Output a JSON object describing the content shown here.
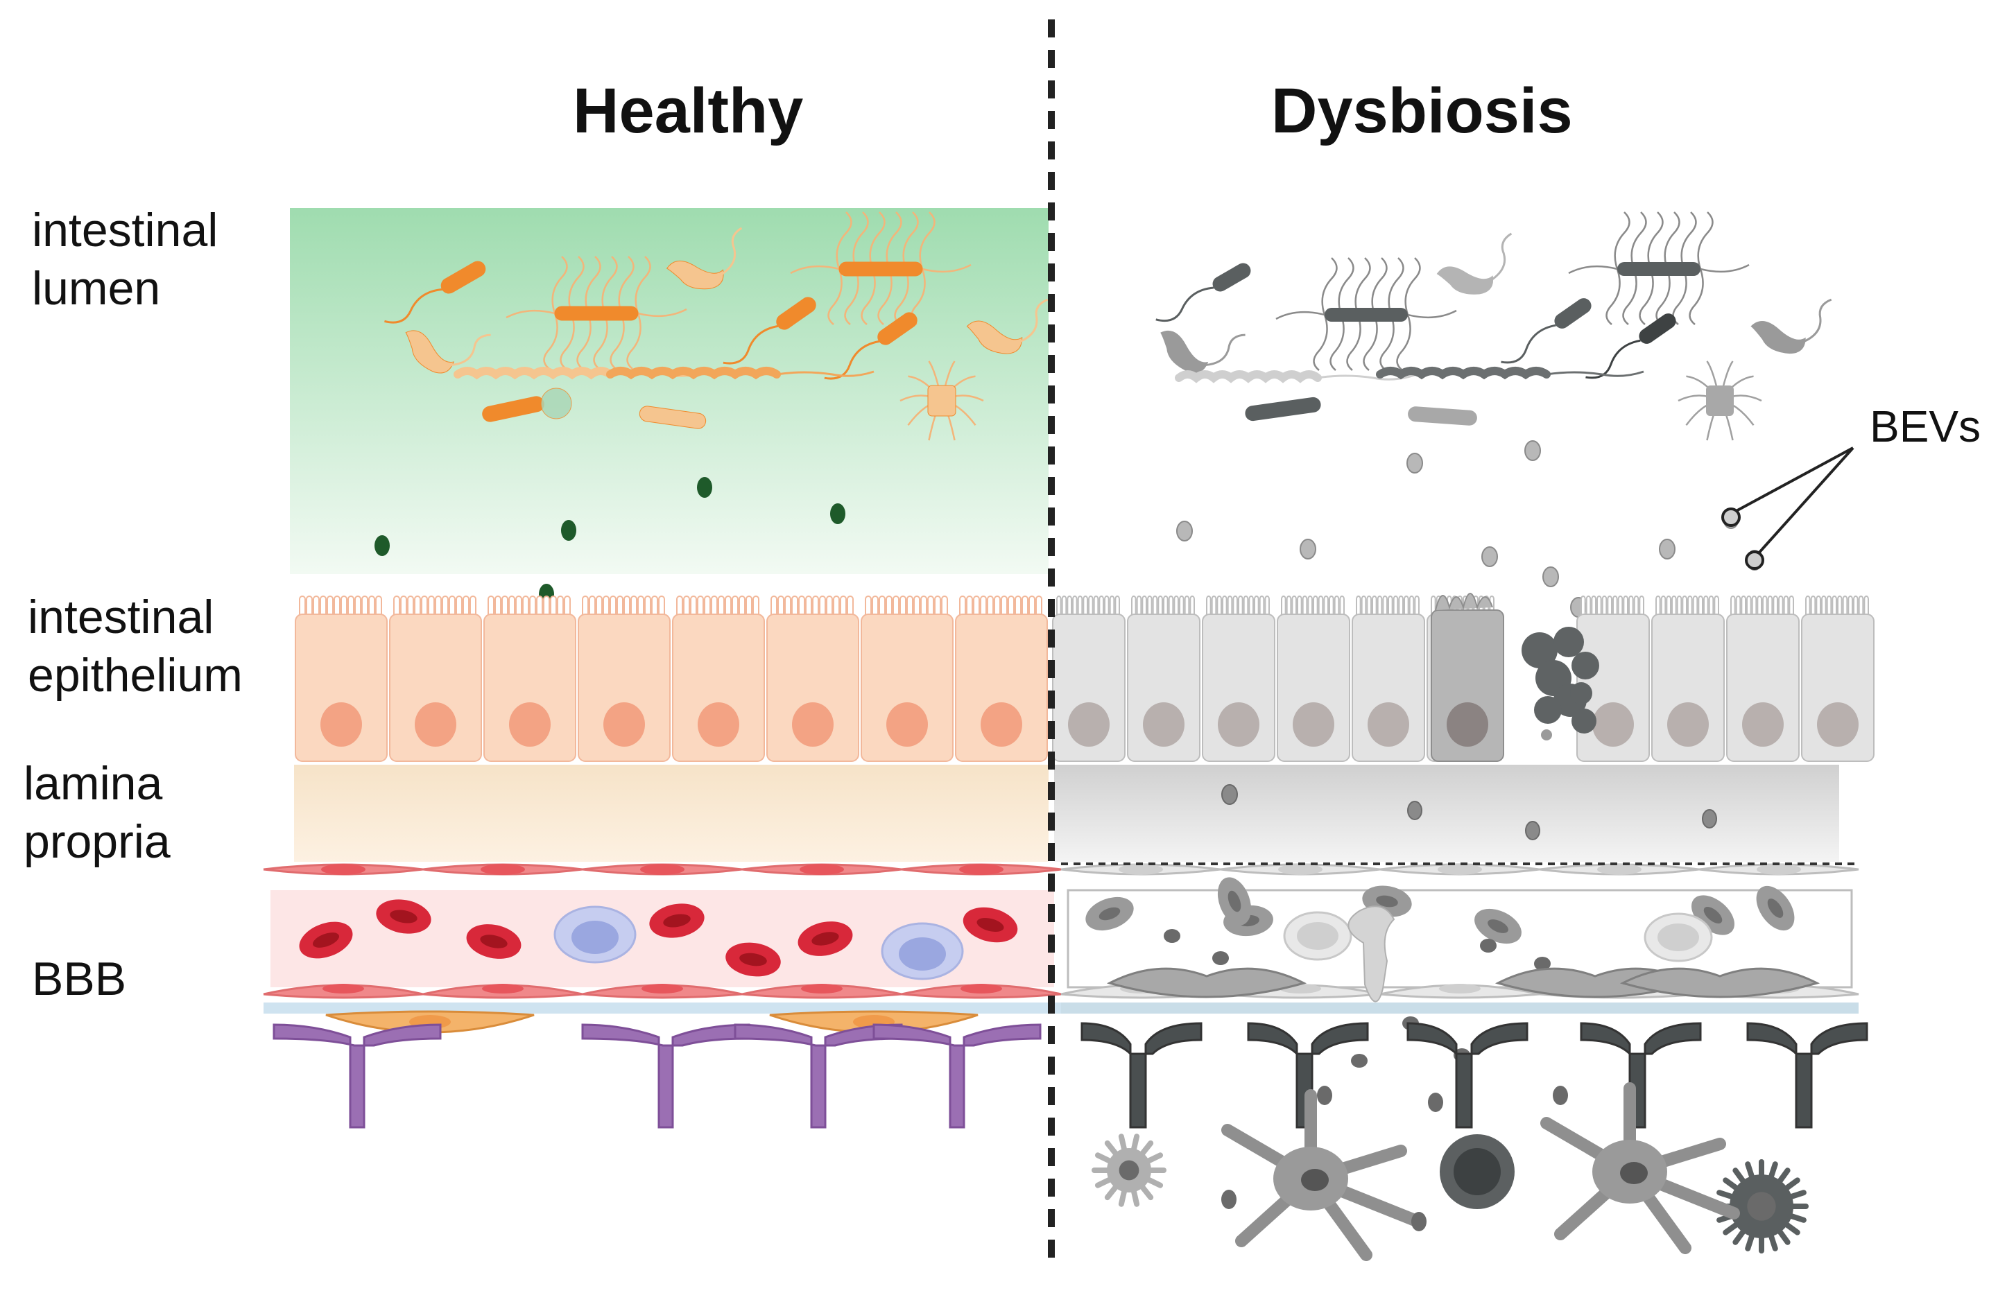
{
  "headings": {
    "left": "Healthy",
    "right": "Dysbiosis"
  },
  "labels": {
    "lumen_line1": "intestinal",
    "lumen_line2": "lumen",
    "epithelium_line1": "intestinal",
    "epithelium_line2": "epithelium",
    "lamina_line1": "lamina",
    "lamina_line2": "propria",
    "bbb": "BBB",
    "bevs": "BEVs"
  },
  "colors": {
    "healthy_lumen_top": "#9fdcaf",
    "healthy_lumen_bottom": "#f2faf3",
    "healthy_bacteria": "#f08a2c",
    "healthy_bacteria_light": "#f5c58f",
    "healthy_bev": "#1e5a2a",
    "healthy_epithelium": "#fbd8c0",
    "healthy_nucleus": "#f3a384",
    "healthy_lamina": "#fbe8cf",
    "endothelium": "#f0888a",
    "red_blood_cell": "#d8283a",
    "blood_bg": "#fde6e6",
    "white_cell": "#9aa7e0",
    "pericyte": "#f4b36a",
    "astrocyte": "#9b6fb3",
    "basement": "#cfe3f0",
    "dysbiosis_gray": "#9a9a9a",
    "dysbiosis_dark": "#4a4f50",
    "divider": "#222222"
  },
  "icons": [
    "bacterium-icon",
    "extracellular-vesicle-icon",
    "enterocyte-icon",
    "red-blood-cell-icon",
    "leukocyte-icon",
    "astrocyte-icon",
    "microglia-icon",
    "neuron-icon"
  ]
}
